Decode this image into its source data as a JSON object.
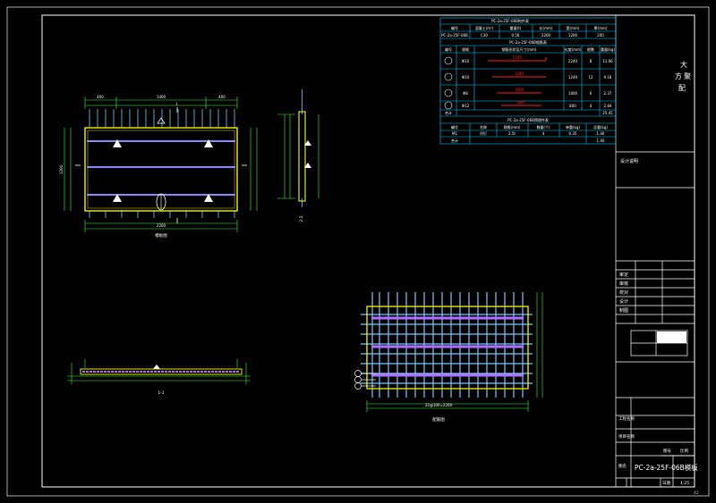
{
  "drawing": {
    "title_block": {
      "company_chars": [
        "大",
        "方",
        "聚",
        "配"
      ],
      "design_note_label": "设计说明",
      "rows": [
        {
          "left": "",
          "right": ""
        },
        {
          "left": "审定",
          "right": ""
        },
        {
          "left": "审核",
          "right": ""
        },
        {
          "left": "校对",
          "right": ""
        },
        {
          "left": "设计",
          "right": ""
        },
        {
          "left": "制图",
          "right": ""
        },
        {
          "left": "工程名称",
          "right": ""
        },
        {
          "left": "项目名称",
          "right": ""
        },
        {
          "left": "图名",
          "right": ""
        }
      ],
      "drawing_name": "PC-2a-25F-06B模板",
      "sheet_labels": [
        "图号",
        "比例",
        "1:25"
      ],
      "date_label": "日期",
      "scale": "1:25",
      "page_number": "42"
    },
    "tables": {
      "main_header": "PC-2a-25F-06B构件表",
      "main_columns": [
        "编号",
        "混凝土(m³)",
        "重量(t)",
        "长(mm)",
        "宽(mm)",
        "厚(mm)"
      ],
      "main_row": [
        "PC-2a-25F-06B",
        "C30",
        "0.56",
        "2200",
        "1200",
        "200"
      ],
      "rebar_header": "PC-2a-25F-06B钢筋表",
      "rebar_columns": [
        "编号",
        "规格",
        "钢筋形状及尺寸(mm)",
        "长度(mm)",
        "根数",
        "重量(kg)"
      ],
      "rebar_rows": [
        {
          "id": "①",
          "spec": "Φ10",
          "shape_text": "2240",
          "len": "2240",
          "count": "8",
          "weight": "11.06"
        },
        {
          "id": "②",
          "spec": "Φ10",
          "shape_text": "1240",
          "len": "1240",
          "count": "12",
          "weight": "9.18"
        },
        {
          "id": "③",
          "spec": "Φ8",
          "shape_text": "1000",
          "len": "1000",
          "count": "6",
          "weight": "2.37"
        },
        {
          "id": "④",
          "spec": "Φ12",
          "shape_text": "800",
          "len": "800",
          "count": "4",
          "weight": "2.84"
        }
      ],
      "rebar_total_label": "合计",
      "rebar_total": "25.45",
      "embed_header": "PC-2a-25F-06B预埋件表",
      "embed_columns": [
        "编号",
        "名称",
        "规格(mm)",
        "数量(个)",
        "单重(kg)",
        "总重(kg)"
      ],
      "embed_row": [
        "M1",
        "吊钉",
        "2.5t",
        "4",
        "0.35",
        "1.40"
      ],
      "embed_total_label": "合计",
      "embed_total": "1.40"
    },
    "views": {
      "plan_title": "模板图",
      "section_11_title": "1-1",
      "section_22_title": "2-2",
      "rebar_title": "配筋图",
      "dim_total_width": "2200",
      "dim_total_height": "1200",
      "dim_left_edge": "400",
      "dim_middle": "1400",
      "dim_right_edge": "400",
      "rebar_dim_text": "22@100=2200",
      "section_mark": "1"
    },
    "colors": {
      "frame": "#ffffff",
      "panel_outline": "#e6e600",
      "rebar_bar": "#8888ff",
      "rebar_stirrup": "#7ac8ff",
      "dim_green": "#33ff33",
      "table_cyan": "#00ccff",
      "table_red": "#ff2020",
      "hatch_purple": "#b070ff"
    }
  }
}
